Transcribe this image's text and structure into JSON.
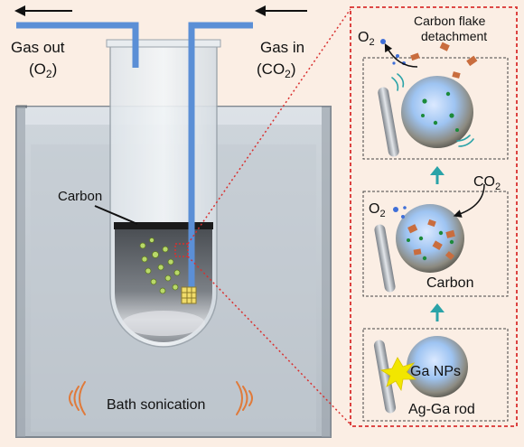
{
  "colors": {
    "background": "#fbeee4",
    "tube_blue": "#5b8fd6",
    "dashed_red": "#d9302f",
    "arrow_teal": "#2aa3a8",
    "bubble_green": "#b9d96a",
    "sound_orange": "#e07a3a",
    "carbon_flake": "#c96d3e",
    "spark_yellow": "#f2e600"
  },
  "labels": {
    "gas_out": "Gas out",
    "gas_out_species": "(O",
    "gas_out_sub": "2",
    "gas_out_close": ")",
    "gas_in": "Gas in",
    "gas_in_species": "(CO",
    "gas_in_sub": "2",
    "gas_in_close": ")",
    "carbon_layer": "Carbon",
    "bath_sonication": "Bath sonication",
    "top_o2": "O",
    "top_o2_sub": "2",
    "flake_title_1": "Carbon flake",
    "flake_title_2": "detachment",
    "mid_o2": "O",
    "mid_o2_sub": "2",
    "mid_co2": "CO",
    "mid_co2_sub": "2",
    "mid_carbon": "Carbon",
    "ga_nps": "Ga NPs",
    "ag_ga_rod": "Ag-Ga rod"
  },
  "icons": [
    "arrow-left-icon",
    "sound-wave-icon",
    "spark-icon",
    "up-arrow-icon"
  ]
}
